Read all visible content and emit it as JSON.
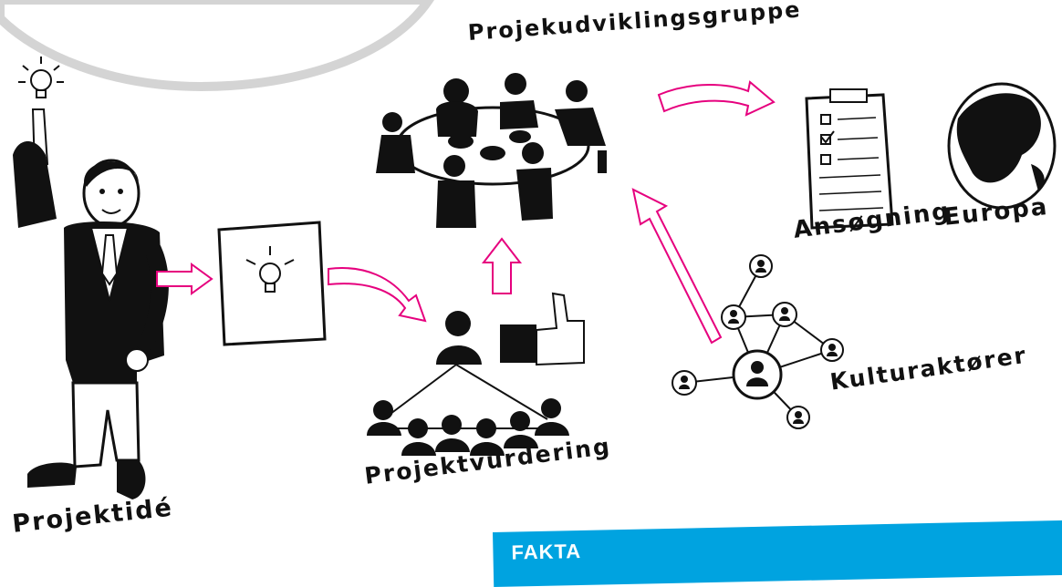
{
  "labels": {
    "projektide": "Projektidé",
    "projektudvikling": "Projekudviklingsgruppe",
    "projektvurdering": "Projektvurdering",
    "ansogning": "Ansøgning",
    "europa": "Europa",
    "kulturaktorer": "Kulturaktører"
  },
  "fakta": {
    "label": "FAKTA"
  },
  "colors": {
    "arrow_pink": "#e6007e",
    "fakta_blue": "#00a3e0",
    "ink": "#111111"
  }
}
